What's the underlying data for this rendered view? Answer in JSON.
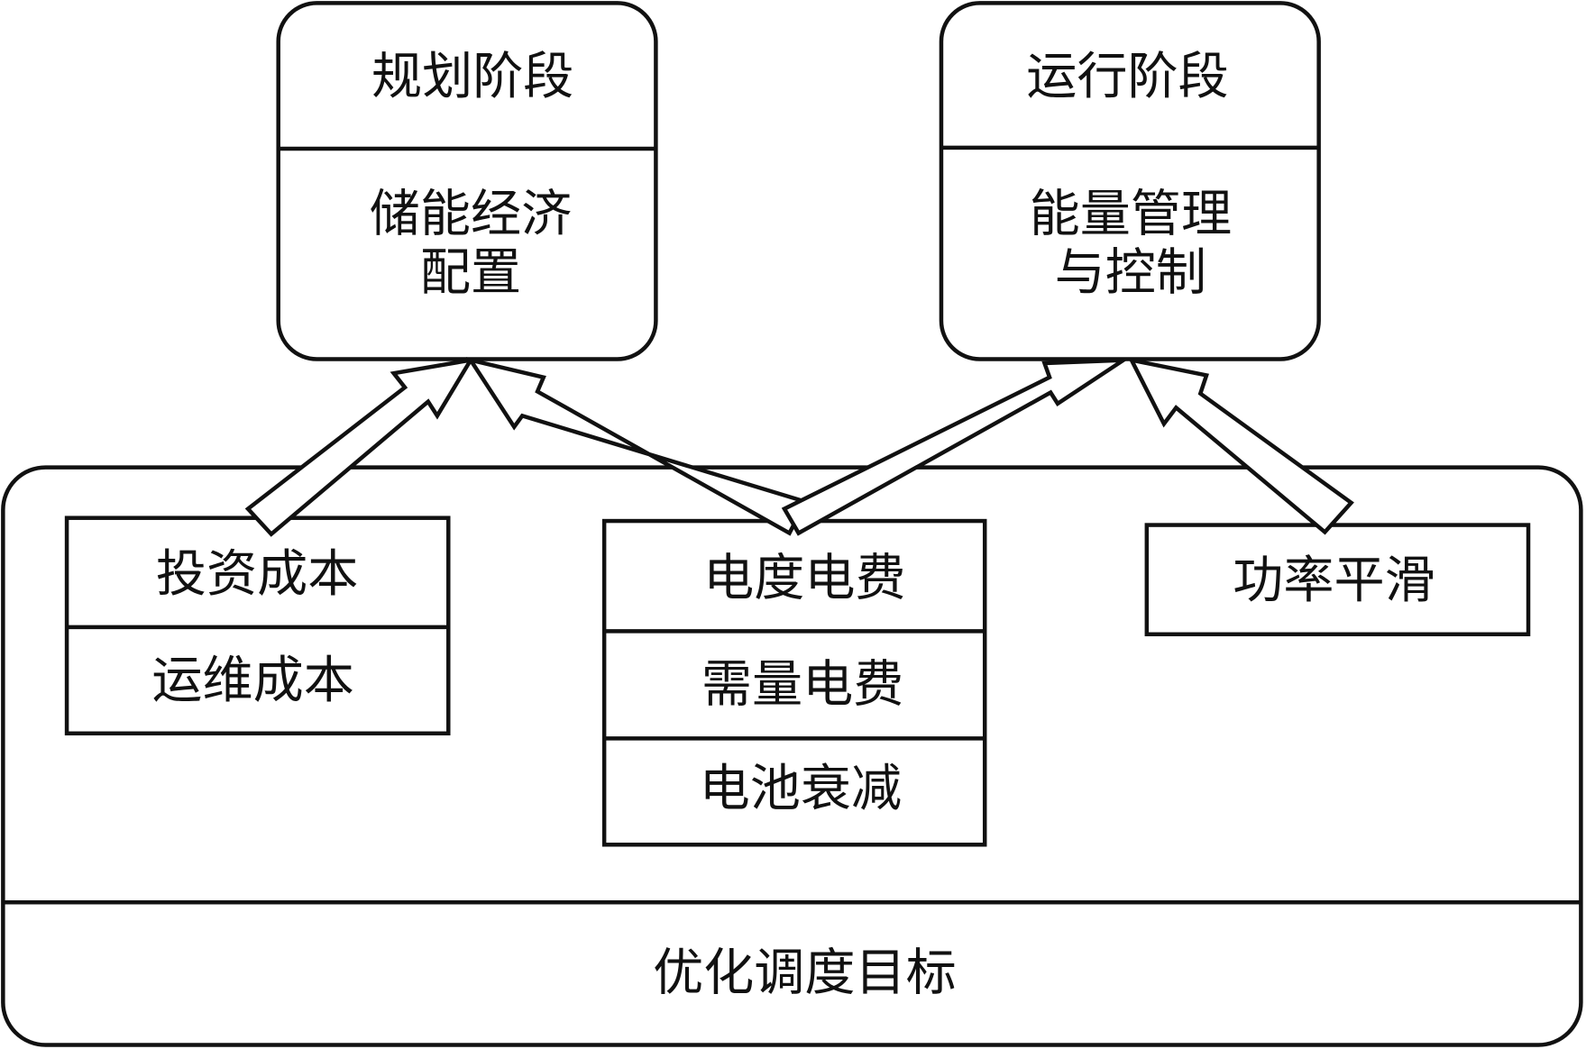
{
  "diagram": {
    "stages": [
      {
        "id": "planning",
        "title": "规划阶段",
        "body_lines": [
          "储能经济",
          "配置"
        ]
      },
      {
        "id": "operation",
        "title": "运行阶段",
        "body_lines": [
          "能量管理",
          "与控制"
        ]
      }
    ],
    "objectives_container": {
      "label": "优化调度目标",
      "groups": [
        {
          "id": "cost-group",
          "items": [
            "投资成本",
            "运维成本"
          ]
        },
        {
          "id": "fee-group",
          "items": [
            "电度电费",
            "需量电费",
            "电池衰减"
          ]
        },
        {
          "id": "smoothing-group",
          "items": [
            "功率平滑"
          ]
        }
      ]
    },
    "arrows": [
      {
        "from": "cost-group",
        "to": "planning"
      },
      {
        "from": "fee-group",
        "to": "planning"
      },
      {
        "from": "fee-group",
        "to": "operation"
      },
      {
        "from": "smoothing-group",
        "to": "operation"
      }
    ],
    "colors": {
      "stroke": "#111111",
      "background": "#ffffff",
      "text": "#111111"
    }
  }
}
